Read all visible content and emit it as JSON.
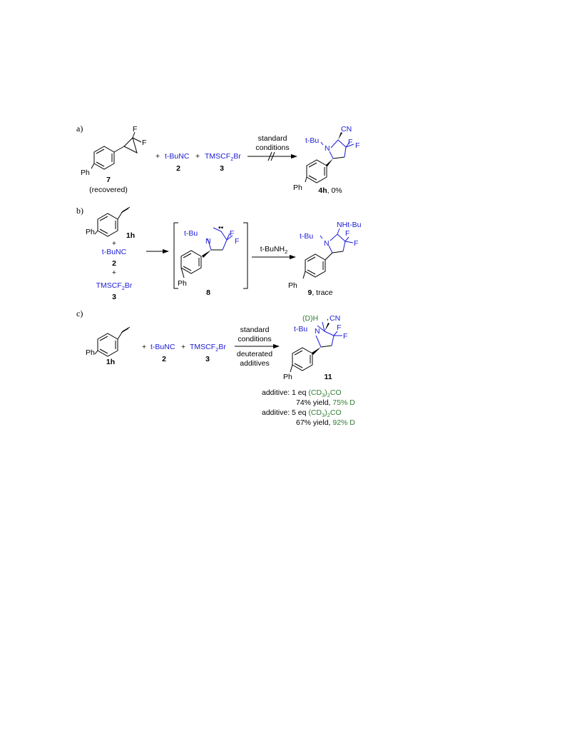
{
  "section_a": {
    "label": "a)",
    "reactant_cpd": "7",
    "reactant_note": "(recovered)",
    "reactant_F1": "F",
    "reactant_F2": "F",
    "reactant_Ph": "Ph",
    "reagent_isocyanide": "t-BuNC",
    "reagent_isocyanide_cpd": "2",
    "reagent_silane": "TMSCF",
    "reagent_silane_sub": "2",
    "reagent_silane_end": "Br",
    "reagent_silane_cpd": "3",
    "plus": "+",
    "arrow_top_1": "standard",
    "arrow_top_2": "conditions",
    "product_cpd": "4h",
    "product_yield": ", 0%",
    "product_tBu": "t-Bu",
    "product_N": "N",
    "product_CN": "CN",
    "product_F1": "F",
    "product_F2": "F",
    "product_Ph": "Ph"
  },
  "section_b": {
    "label": "b)",
    "styrene_cpd": "1h",
    "styrene_Ph": "Ph",
    "plus": "+",
    "isocyanide": "t-BuNC",
    "isocyanide_cpd": "2",
    "silane": "TMSCF",
    "silane_sub": "2",
    "silane_end": "Br",
    "silane_cpd": "3",
    "intermediate_cpd": "8",
    "intermediate_tBu": "t-Bu",
    "intermediate_N": "N",
    "intermediate_F1": "F",
    "intermediate_F2": "F",
    "intermediate_Ph": "Ph",
    "lone_pair": "••",
    "arrow_reagent": "t-BuNH",
    "arrow_reagent_sub": "2",
    "product_cpd": "9",
    "product_note": ", trace",
    "product_NH": "NHt-Bu",
    "product_tBu": "t-Bu",
    "product_N": "N",
    "product_F1": "F",
    "product_F2": "F",
    "product_Ph": "Ph"
  },
  "section_c": {
    "label": "c)",
    "styrene_cpd": "1h",
    "styrene_Ph": "Ph",
    "plus": "+",
    "isocyanide": "t-BuNC",
    "isocyanide_cpd": "2",
    "silane": "TMSCF",
    "silane_sub": "2",
    "silane_end": "Br",
    "silane_cpd": "3",
    "arrow_top_1": "standard",
    "arrow_top_2": "conditions",
    "arrow_bottom_1": "deuterated",
    "arrow_bottom_2": "additives",
    "product_cpd": "11",
    "product_DH": "(D)H",
    "product_tBu": "t-Bu",
    "product_N": "N",
    "product_CN": "CN",
    "product_F1": "F",
    "product_F2": "F",
    "product_Ph": "Ph",
    "results": [
      {
        "prefix": "additive: 1 eq ",
        "reagent": "(CD",
        "reagent_sub": "3",
        "reagent_end": ")",
        "reagent_sub2": "2",
        "reagent_tail": "CO",
        "yield": "74% yield, ",
        "deut": "75% D"
      },
      {
        "prefix": "additive: 5 eq ",
        "reagent": "(CD",
        "reagent_sub": "3",
        "reagent_end": ")",
        "reagent_sub2": "2",
        "reagent_tail": "CO",
        "yield": "67% yield, ",
        "deut": "92% D"
      }
    ]
  }
}
